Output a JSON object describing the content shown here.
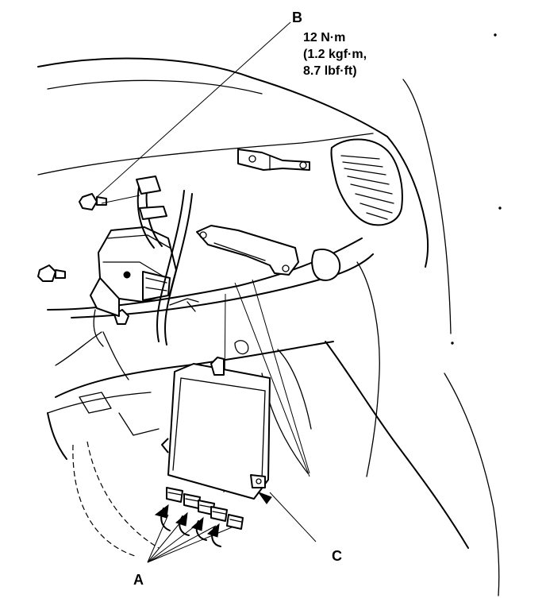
{
  "callouts": {
    "b": {
      "letter": "B",
      "torque_1": "12 N·m",
      "torque_2": "(1.2 kgf·m,",
      "torque_3": "8.7 lbf·ft)"
    },
    "c": {
      "letter": "C"
    },
    "a": {
      "letter": "A"
    }
  }
}
